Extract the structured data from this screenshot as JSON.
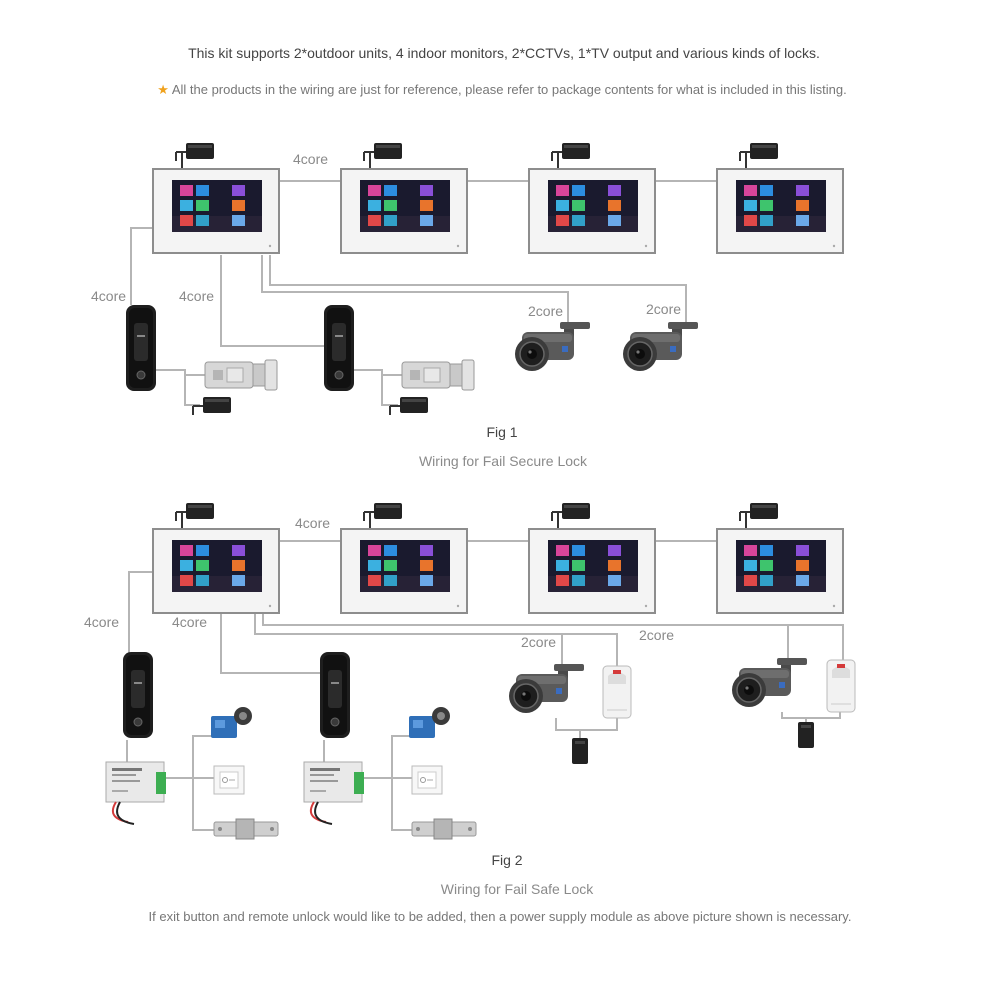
{
  "header": {
    "kit_text": "This kit supports 2*outdoor units, 4 indoor monitors, 2*CCTVs, 1*TV output and various kinds of locks.",
    "star_icon": "star-icon",
    "note": "All the products in the wiring are just for reference, please refer to package contents for what is included in this listing."
  },
  "fig1": {
    "wire_labels": [
      "4core",
      "4core",
      "4core",
      "2core",
      "2core"
    ],
    "title": "Fig 1",
    "caption": "Wiring for Fail Secure Lock"
  },
  "fig2": {
    "wire_labels": [
      "4core",
      "4core",
      "4core",
      "2core",
      "2core"
    ],
    "title": "Fig 2",
    "caption": "Wiring for Fail Safe Lock"
  },
  "footer": {
    "note": "If exit button and remote unlock would like to be added, then a power supply module as above picture shown is necessary."
  },
  "colors": {
    "wire": "#b5b5b5",
    "dark_wire": "#333333",
    "monitor_frame": "#f4f4f4",
    "screen": "#1a1a2e",
    "star": "#f0a21e",
    "tiles": [
      "#d8459a",
      "#2c8de0",
      "#8a4fd8",
      "#3bb0e0",
      "#3ec46d",
      "#e8742c",
      "#e04848",
      "#31a0c8",
      "#6aa8e8"
    ]
  },
  "icons": {
    "monitor": "monitor-icon",
    "adapter": "power-adapter-icon",
    "door_station": "door-station-icon",
    "lock": "rim-lock-icon",
    "camera": "cctv-camera-icon",
    "pir": "pir-sensor-icon",
    "power_supply": "power-supply-module-icon",
    "remote": "remote-control-icon",
    "exit_button": "exit-button-icon",
    "strike": "electric-strike-icon"
  }
}
